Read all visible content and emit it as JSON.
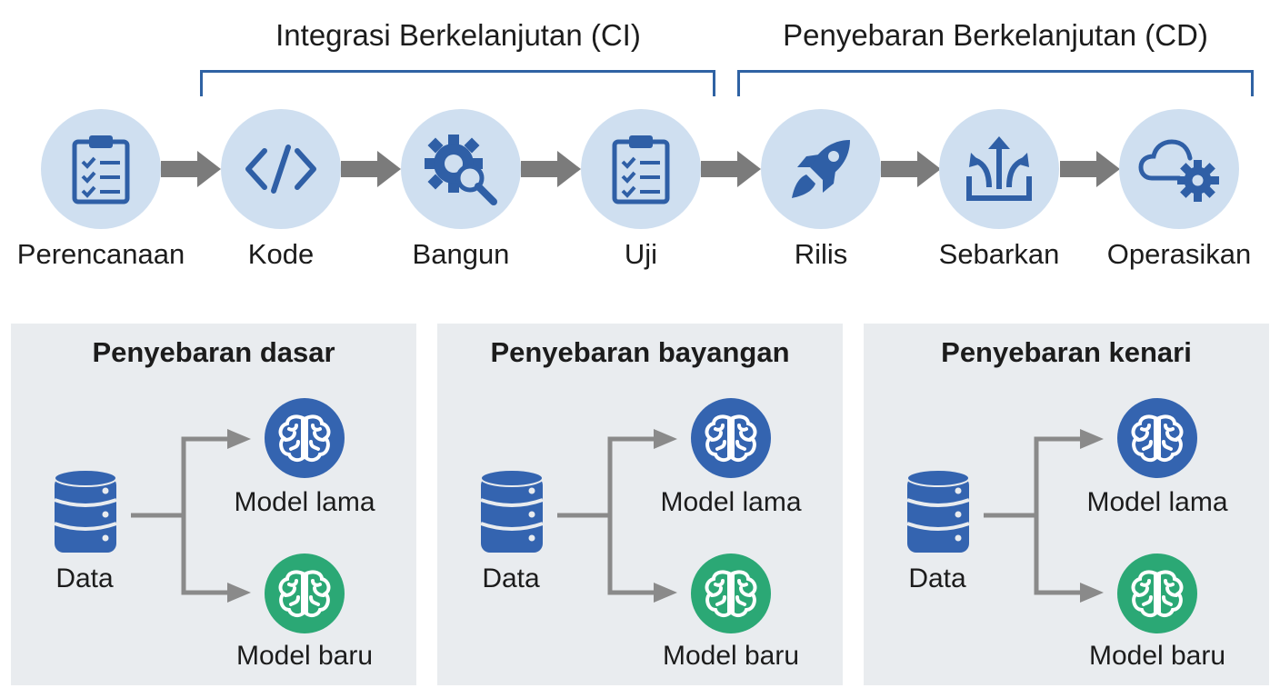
{
  "phases": {
    "ci": "Integrasi Berkelanjutan (CI)",
    "cd": "Penyebaran Berkelanjutan (CD)"
  },
  "steps": [
    {
      "label": "Perencanaan",
      "icon": "clipboard-checklist-icon"
    },
    {
      "label": "Kode",
      "icon": "code-brackets-icon"
    },
    {
      "label": "Bangun",
      "icon": "gear-magnifier-icon"
    },
    {
      "label": "Uji",
      "icon": "clipboard-checklist-icon"
    },
    {
      "label": "Rilis",
      "icon": "rocket-icon"
    },
    {
      "label": "Sebarkan",
      "icon": "deploy-arrows-icon"
    },
    {
      "label": "Operasikan",
      "icon": "cloud-gear-icon"
    }
  ],
  "deployments": [
    {
      "title": "Penyebaran dasar",
      "data_label": "Data",
      "old_model": "Model lama",
      "new_model": "Model baru"
    },
    {
      "title": "Penyebaran bayangan",
      "data_label": "Data",
      "old_model": "Model lama",
      "new_model": "Model baru"
    },
    {
      "title": "Penyebaran kenari",
      "data_label": "Data",
      "old_model": "Model lama",
      "new_model": "Model baru"
    }
  ],
  "colors": {
    "accent_blue": "#2f62a3",
    "icon_blue": "#2f5fa6",
    "circle_fill": "#cfdff0",
    "old_model": "#3464b0",
    "new_model": "#2ba875",
    "arrow_gray": "#7b7b7b",
    "panel_bg": "#e9ecef"
  }
}
